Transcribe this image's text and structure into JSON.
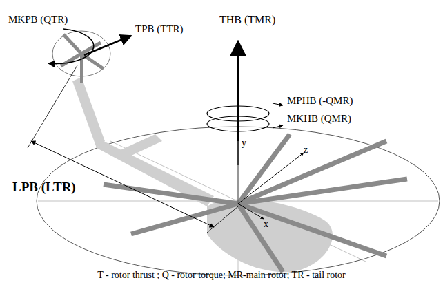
{
  "diagram": {
    "caption": "T - rotor thrust ; Q - rotor torque; MR-main rotor; TR - tail rotor",
    "labels": [
      "THB (TMR)",
      "MKPB (QTR)",
      "TPB (TTR)",
      "MPHB (-QMR)",
      "MKHB (QMR)",
      "LPB (LTR)",
      "y",
      "z",
      "x"
    ]
  }
}
